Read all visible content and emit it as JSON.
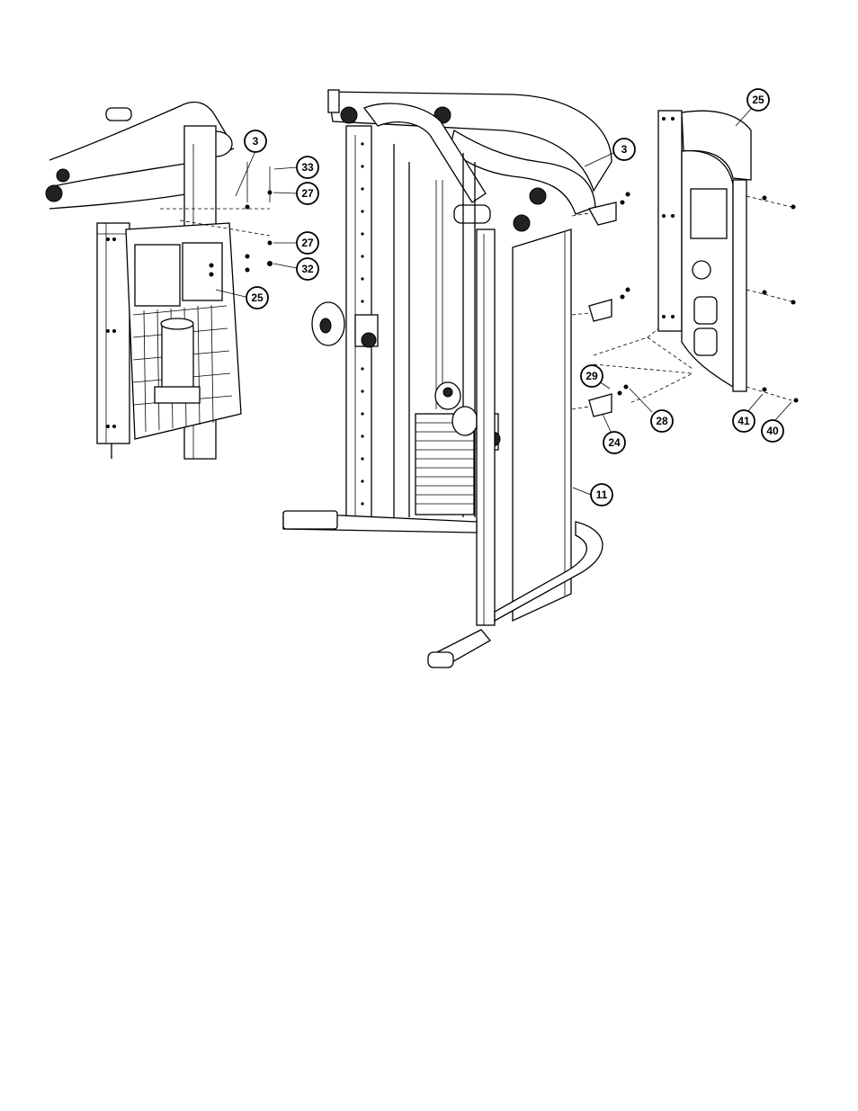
{
  "diagram": {
    "callouts": [
      {
        "label": "3"
      },
      {
        "label": "33"
      },
      {
        "label": "27"
      },
      {
        "label": "27"
      },
      {
        "label": "32"
      },
      {
        "label": "25"
      },
      {
        "label": "3"
      },
      {
        "label": "25"
      },
      {
        "label": "29"
      },
      {
        "label": "28"
      },
      {
        "label": "24"
      },
      {
        "label": "41"
      },
      {
        "label": "40"
      },
      {
        "label": "11"
      }
    ]
  },
  "colors": {
    "line": "#000000",
    "background": "#ffffff"
  }
}
